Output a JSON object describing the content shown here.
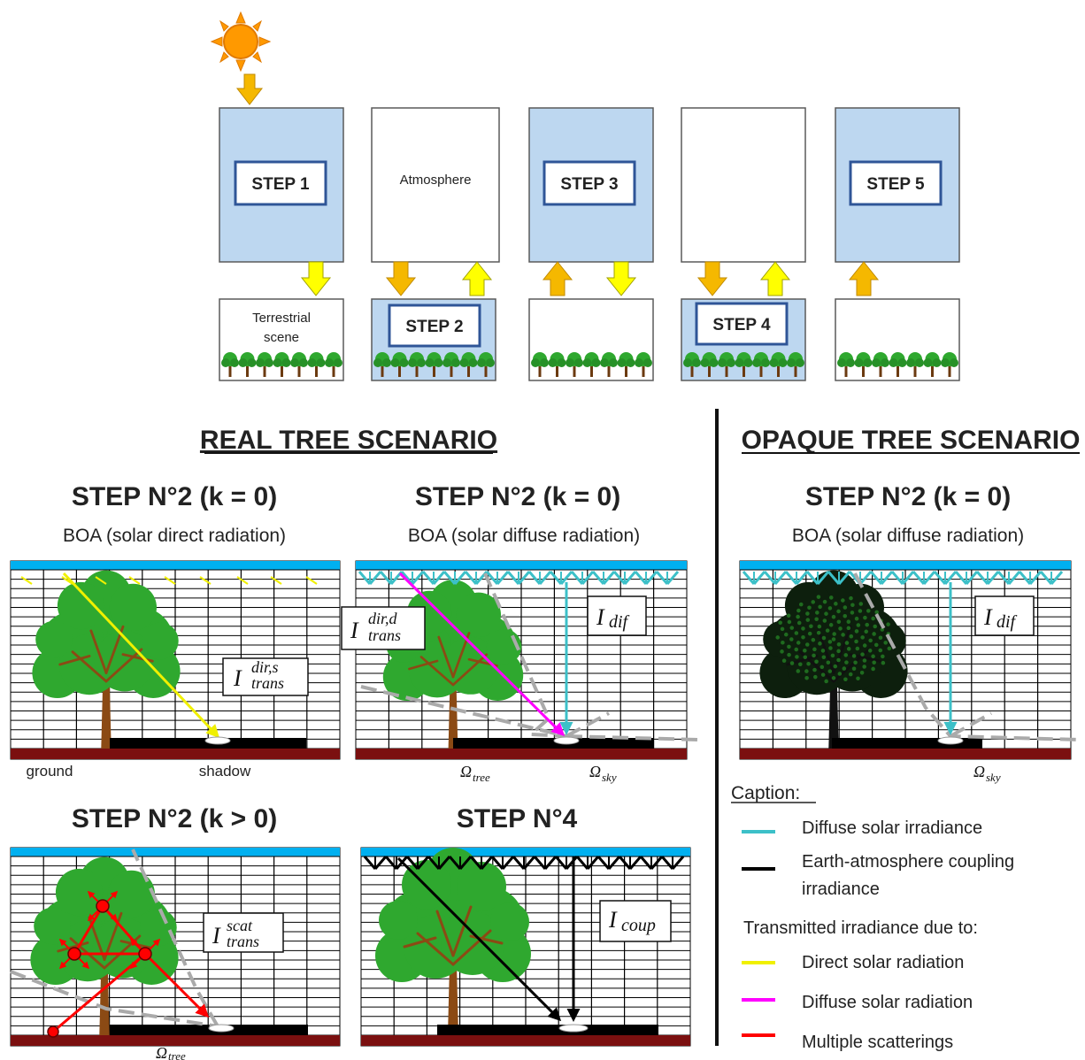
{
  "top": {
    "step1": "STEP 1",
    "atmosphere": "Atmosphere",
    "step3": "STEP 3",
    "step5": "STEP 5",
    "terrestrial_1": "Terrestrial",
    "terrestrial_2": "scene",
    "step2": "STEP 2",
    "step4": "STEP 4"
  },
  "sections": {
    "real": "REAL TREE SCENARIO",
    "opaque": "OPAQUE TREE SCENARIO"
  },
  "panels": {
    "p1_title": "STEP N°2 (k = 0)",
    "p1_sub": "BOA (solar direct radiation)",
    "p2_title": "STEP N°2 (k = 0)",
    "p2_sub": "BOA (solar diffuse radiation)",
    "p3_title": "STEP N°2 (k = 0)",
    "p3_sub": "BOA (solar diffuse radiation)",
    "p4_title": "STEP N°2 (k > 0)",
    "p5_title": "STEP N°4"
  },
  "labels": {
    "ground": "ground",
    "shadow": "shadow",
    "I": "I",
    "dir_s_sup": "dir,s",
    "dir_d_sup": "dir,d",
    "trans_sub": "trans",
    "dif_sub": "dif",
    "scat_sup": "scat",
    "coup_sub": "coup",
    "omega": "Ω",
    "tree_sub": "tree",
    "sky_sub": "sky"
  },
  "caption": {
    "title": "Caption:",
    "diffuse": "Diffuse solar irradiance",
    "coupling_1": "Earth-atmosphere coupling",
    "coupling_2": "irradiance",
    "transmitted": "Transmitted irradiance due to:",
    "direct": "Direct solar radiation",
    "diffuse_rad": "Diffuse solar radiation",
    "multiple": "Multiple scatterings"
  },
  "colors": {
    "blue_fill": "#bdd7f0",
    "box_border": "#5a5a5a",
    "arrow_orange": "#f5b800",
    "arrow_yellow": "#ffff00",
    "sky": "#00b0f0",
    "ground": "#7b1010",
    "diffuse": "#3cc0c8",
    "coupling": "#000000",
    "direct": "#f0f000",
    "diffuse_rad": "#ff00ff",
    "multiple": "#ff0000",
    "tree_green": "#2fa82f",
    "trunk": "#8b4a14"
  }
}
